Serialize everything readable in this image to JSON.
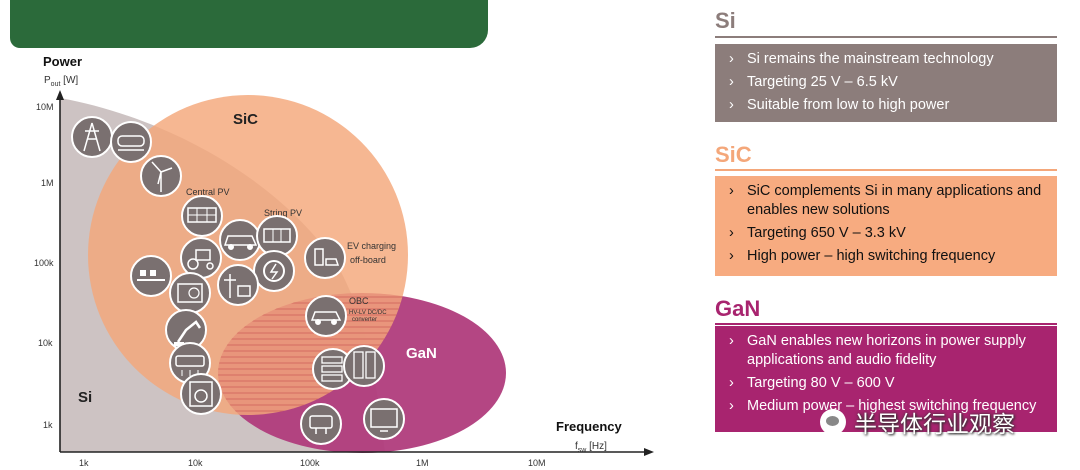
{
  "chart": {
    "y_title": "Power",
    "y_unit_main": "P",
    "y_unit_sub": "out",
    "y_unit_tail": " [W]",
    "x_title": "Frequency",
    "x_unit_main": "f",
    "x_unit_sub": "sw",
    "x_unit_tail": " [Hz]",
    "y_ticks": [
      "10M",
      "1M",
      "100k",
      "10k",
      "1k"
    ],
    "x_ticks": [
      "1k",
      "10k",
      "100k",
      "1M",
      "10M"
    ],
    "region_labels": {
      "sic": "SiC",
      "gan": "GaN",
      "si": "Si"
    },
    "app_labels": {
      "central_pv": "Central PV",
      "string_pv": "String PV",
      "ev_charging_1": "EV charging",
      "ev_charging_2": "off-board",
      "obc": "OBC",
      "obc_sub1": "HV-LV DC/DC",
      "obc_sub2": "converter"
    },
    "icons": [
      "power-tower-icon",
      "train-icon",
      "wind-turbine-icon",
      "solar-panel-icon",
      "car-icon",
      "string-pv-icon",
      "tractor-icon",
      "ev-charger-icon",
      "ev-charging-station-icon",
      "conveyor-icon",
      "air-conditioner-icon",
      "grid-converter-icon",
      "car-obc-icon",
      "robot-arm-icon",
      "servers-icon",
      "split-ac-icon",
      "washing-machine-icon",
      "charger-adapter-icon",
      "tv-icon"
    ]
  },
  "panels": {
    "si": {
      "title": "Si",
      "bullets": [
        "Si remains the mainstream technology",
        "Targeting 25 V – 6.5 kV",
        "Suitable from low to high power"
      ]
    },
    "sic": {
      "title": "SiC",
      "bullets": [
        "SiC complements Si in many applications and enables new solutions",
        "Targeting 650 V – 3.3 kV",
        "High power – high switching frequency"
      ]
    },
    "gan": {
      "title": "GaN",
      "bullets": [
        "GaN enables new horizons in power supply applications and audio fidelity",
        "Targeting 80 V – 600 V",
        "Medium power – highest switching frequency"
      ]
    },
    "chevron": "›"
  },
  "watermark": "半导体行业观察",
  "colors": {
    "si": "#8c7d7b",
    "sic": "#f4a77a",
    "gan": "#a8246f",
    "banner": "#2b6a3a"
  }
}
